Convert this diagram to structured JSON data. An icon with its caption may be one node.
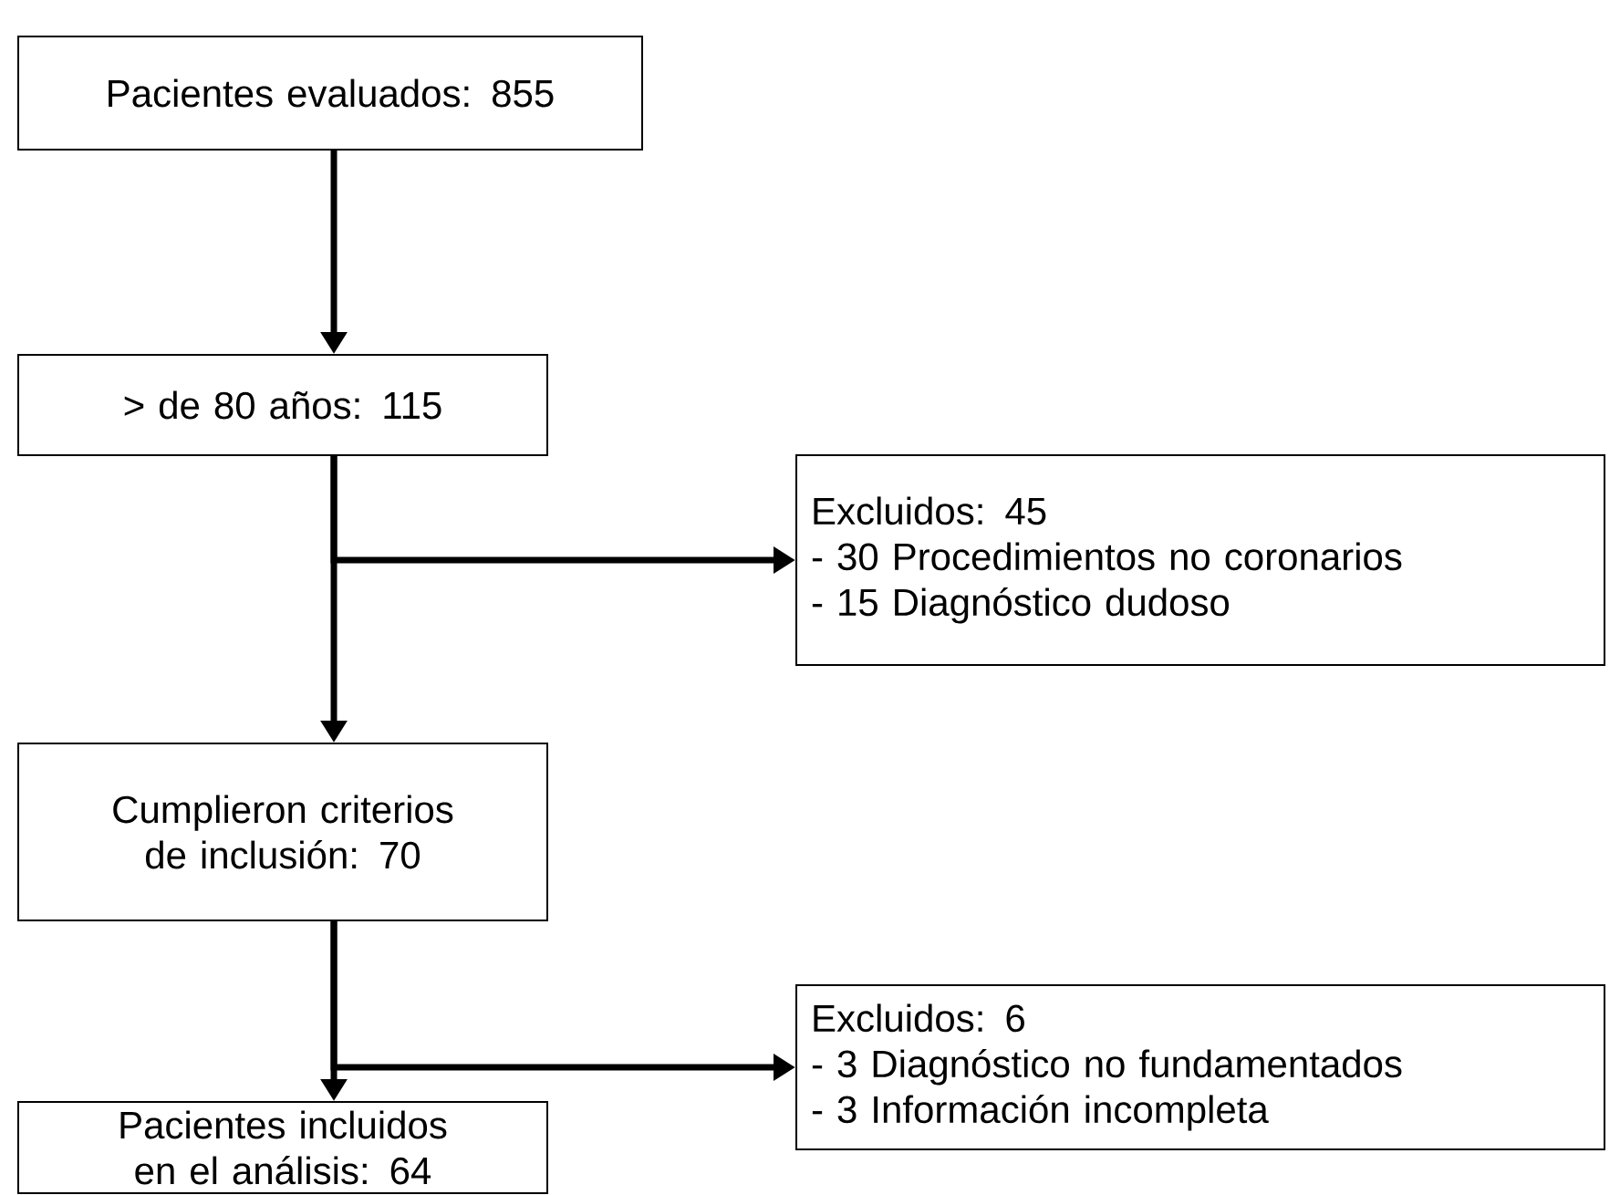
{
  "diagram": {
    "nodes": [
      {
        "text": [
          "Pacientes evaluados: 855"
        ]
      },
      {
        "text": [
          "> de 80 años: 115"
        ]
      },
      {
        "text": [
          "Excluidos: 45",
          "- 30 Procedimientos no coronarios",
          "- 15 Diagnóstico dudoso"
        ]
      },
      {
        "text": [
          "Cumplieron criterios de inclusión: 70"
        ]
      },
      {
        "text": [
          "Excluidos: 6",
          "- 3 Diagnóstico no fundamentados",
          "- 3 Información incompleta"
        ]
      },
      {
        "text": [
          "Pacientes incluidos en el análisis: 64"
        ]
      }
    ],
    "edges": [
      {
        "from": 0,
        "to": 1,
        "arrow": "to"
      },
      {
        "from": 1,
        "to": 3,
        "arrow": "to"
      },
      {
        "from": 1,
        "to": 2,
        "arrow": "to"
      },
      {
        "from": 3,
        "to": 5,
        "arrow": "to"
      },
      {
        "from": 3,
        "to": 4,
        "arrow": "to"
      }
    ]
  }
}
